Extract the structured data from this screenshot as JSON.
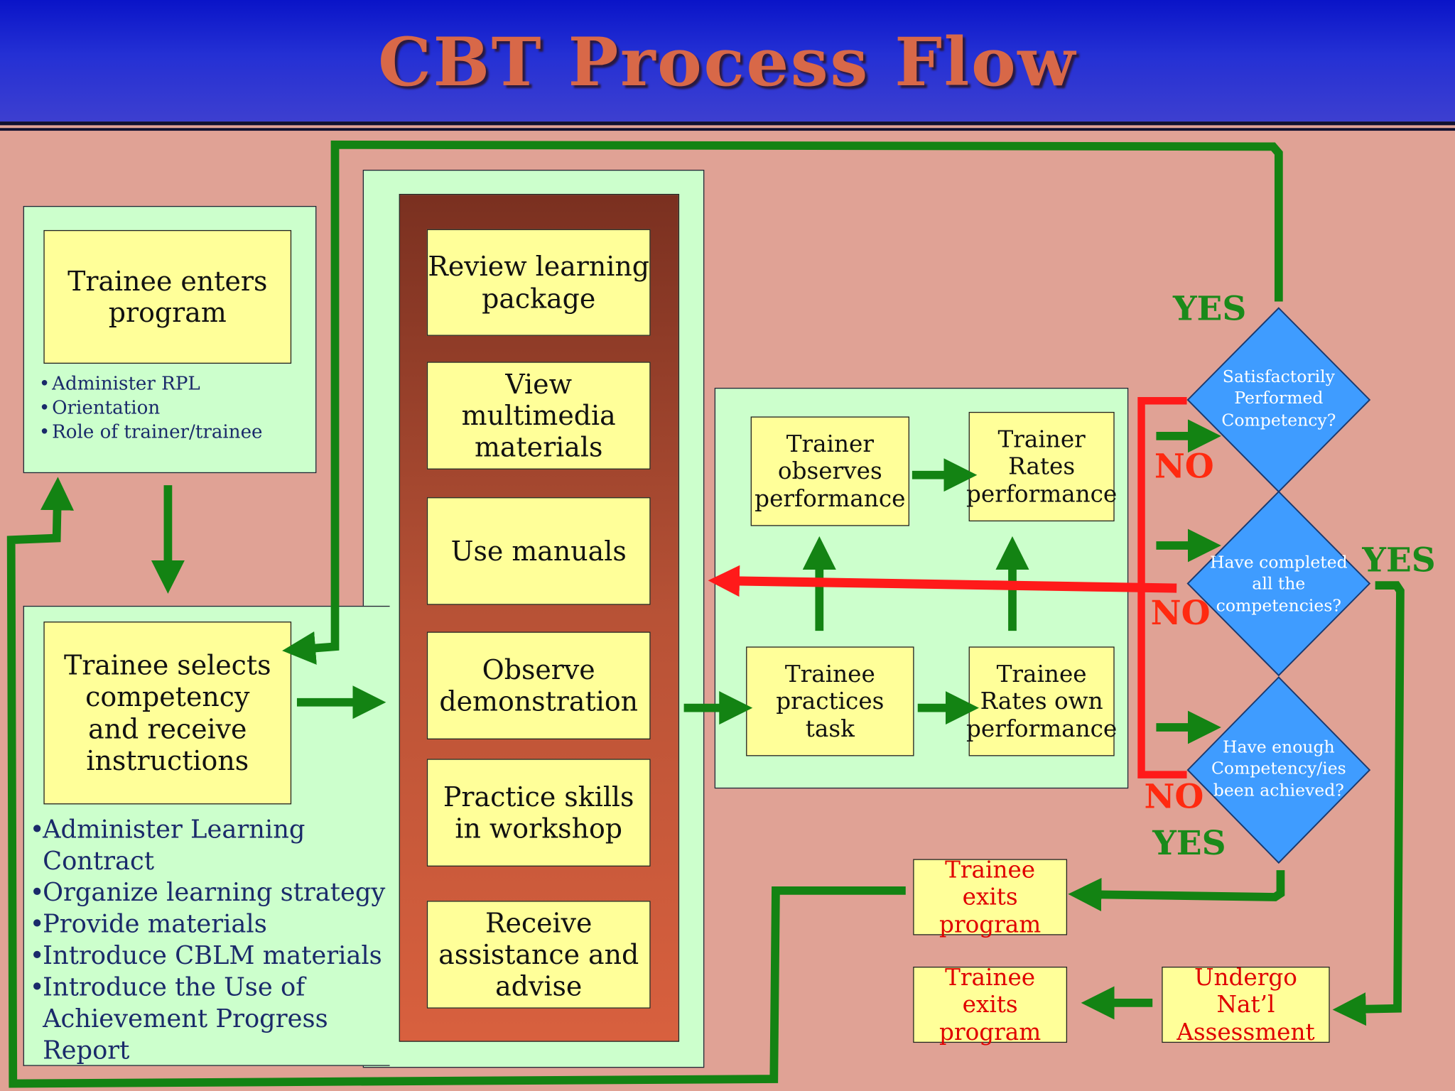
{
  "title": "CBT Process Flow",
  "boxes": {
    "enter": "Trainee enters program",
    "select": "Trainee selects competency and receive instructions",
    "review": "Review learning package",
    "view": "View multimedia materials",
    "manuals": "Use manuals",
    "observe_demo": "Observe demonstration",
    "practice_ws": "Practice skills in workshop",
    "receive": "Receive assistance and advise",
    "trainer_observes": "Trainer observes performance",
    "trainer_rates": "Trainer Rates performance",
    "trainee_practices": "Trainee practices task",
    "trainee_rates": "Trainee Rates own performance",
    "exit1": "Trainee exits program",
    "exit2": "Trainee exits program",
    "assessment": "Undergo Nat’l Assessment"
  },
  "enter_bullets": [
    "Administer RPL",
    "Orientation",
    "Role of trainer/trainee"
  ],
  "select_bullets": [
    "Administer Learning Contract",
    "Organize learning strategy",
    "Provide materials",
    "Introduce CBLM materials",
    "Introduce the Use of Achievement Progress Report"
  ],
  "diamonds": {
    "d1": "Satisfactorily Performed Competency?",
    "d2": "Have completed all the competencies?",
    "d3": "Have enough Competency/ies been achieved?"
  },
  "labels": {
    "yes": "YES",
    "no": "NO"
  },
  "colors": {
    "green": "#138313",
    "red": "#ff1a1a",
    "diamond": "#3f9cff"
  }
}
